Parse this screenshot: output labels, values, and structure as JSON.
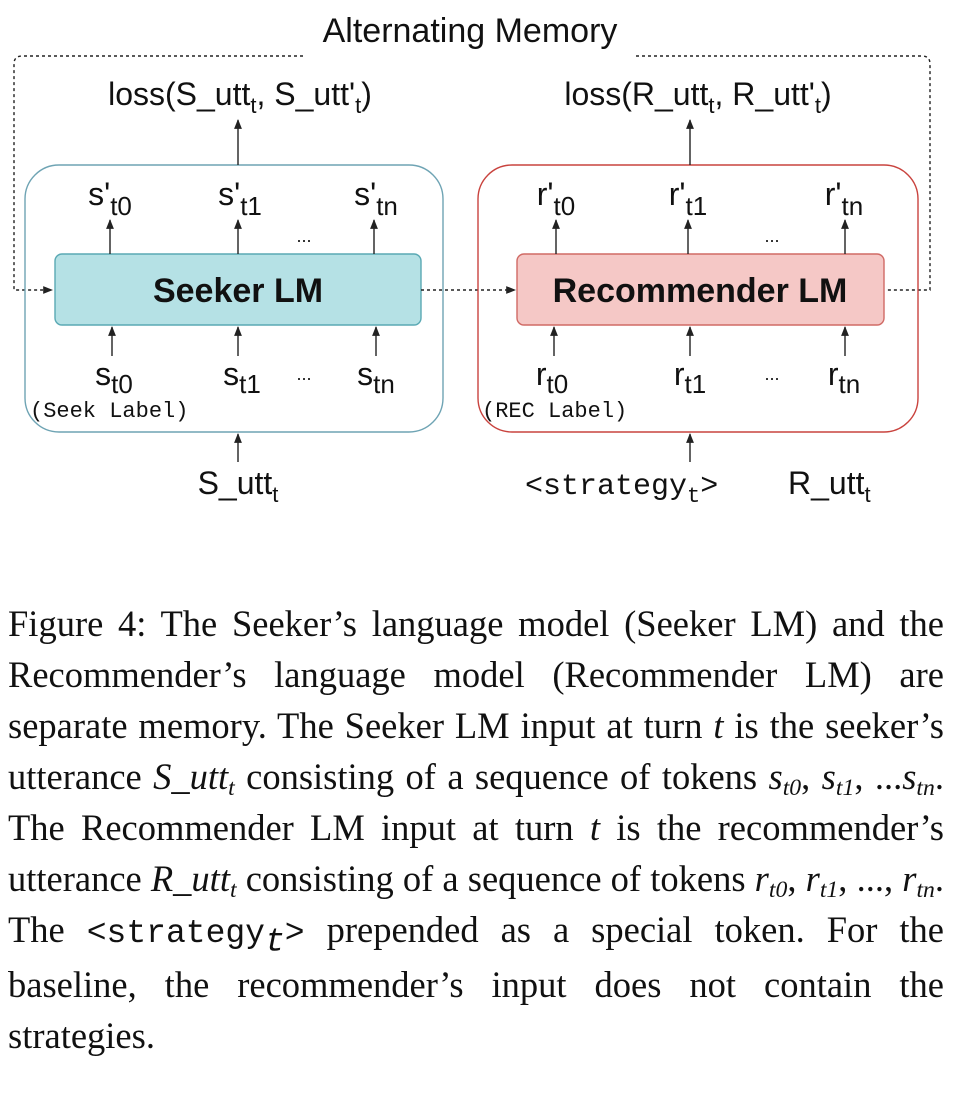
{
  "diagram": {
    "title": "Alternating Memory",
    "colors": {
      "seeker_fill": "#b5e1e5",
      "seeker_stroke": "#5aa9b4",
      "seeker_container_stroke": "#6fa4b4",
      "recommender_fill": "#f5c8c6",
      "recommender_stroke": "#d06a65",
      "recommender_container_stroke": "#c9433e",
      "line": "#222222"
    },
    "seeker": {
      "lm_label": "Seeker LM",
      "container_label": "(Seek Label)",
      "loss": {
        "prefix": "loss(S_utt",
        "sub1": "t",
        "middle": ", S_utt'",
        "sub2": "t",
        "suffix": ")"
      },
      "outputs": [
        {
          "base": "s'",
          "sub": "t0"
        },
        {
          "base": "s'",
          "sub": "t1"
        },
        {
          "base": "s'",
          "sub": "tn"
        }
      ],
      "inputs": [
        {
          "base": "s",
          "sub": "t0"
        },
        {
          "base": "s",
          "sub": "t1"
        },
        {
          "base": "s",
          "sub": "tn"
        }
      ],
      "ellipsis_top": "...",
      "ellipsis_bottom": "...",
      "utterance": {
        "base": "S_utt",
        "sub": "t"
      }
    },
    "recommender": {
      "lm_label": "Recommender LM",
      "container_label": "(REC Label)",
      "loss": {
        "prefix": "loss(R_utt",
        "sub1": "t",
        "middle": ", R_utt'",
        "sub2": "t",
        "suffix": ")"
      },
      "outputs": [
        {
          "base": "r'",
          "sub": "t0"
        },
        {
          "base": "r'",
          "sub": "t1"
        },
        {
          "base": "r'",
          "sub": "tn"
        }
      ],
      "inputs": [
        {
          "base": "r",
          "sub": "t0"
        },
        {
          "base": "r",
          "sub": "t1"
        },
        {
          "base": "r",
          "sub": "tn"
        }
      ],
      "ellipsis_top": "...",
      "ellipsis_bottom": "...",
      "strategy": {
        "open": "<strategy",
        "sub": "t",
        "close": ">"
      },
      "utterance": {
        "base": "R_utt",
        "sub": "t"
      }
    }
  },
  "caption": {
    "p1": "Figure 4: The Seeker’s language model (Seeker LM) and the Recommender’s language model (Recommender LM) are separate memory. The Seeker LM input at turn ",
    "m1": "t",
    "p2": " is the seeker’s utterance ",
    "m2": "S_utt",
    "m2sub": "t",
    "p3": " consisting of a sequence of tokens ",
    "m3": "s",
    "m3sub1": "t0",
    "m3sep1": ", ",
    "m3b": "s",
    "m3sub2": "t1",
    "m3sep2": ", ...",
    "m3c": "s",
    "m3sub3": "tn",
    "p4": ". The Recommender LM input at turn ",
    "m4": "t",
    "p5": " is the recommender’s utterance ",
    "m5": "R_utt",
    "m5sub": "t",
    "p6": " consisting of a sequence of tokens ",
    "m6": "r",
    "m6sub1": "t0",
    "m6sep1": ", ",
    "m6b": "r",
    "m6sub2": "t1",
    "m6sep2": ", ..., ",
    "m6c": "r",
    "m6sub3": "tn",
    "p7": ". The ",
    "code_open": "<strategy",
    "code_sub": "t",
    "code_close": ">",
    "p8": " prepended as a special token. For the baseline, the recommender’s input does not contain the strategies."
  }
}
